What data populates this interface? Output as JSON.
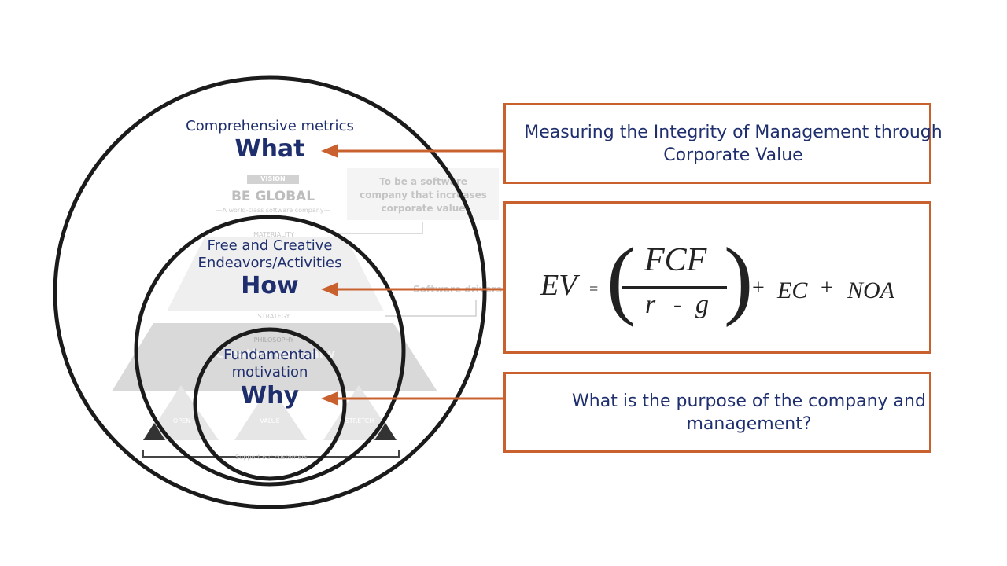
{
  "circles": {
    "what": {
      "caption": "Comprehensive metrics",
      "title": "What"
    },
    "how": {
      "caption": "Free and Creative Endeavors/Activities",
      "title": "How"
    },
    "why": {
      "caption": "Fundamental motivation",
      "title": "Why"
    }
  },
  "background_pyramid": {
    "vision_tag": "VISION",
    "be_global": "BE GLOBAL",
    "be_global_sub": "—A world-class software company—",
    "materiality": "MATERIALITY",
    "strategy": "STRATEGY",
    "philosophy": "PHILOSOPHY",
    "create_company": "Creative company",
    "open": "OPEN",
    "value": "VALUE",
    "stretch": "STRETCH",
    "support": "Support our customers",
    "software_box": "To be a software company that increases corporate value",
    "software_drivers": "Software drivers"
  },
  "boxes": {
    "measuring": "Measuring the Integrity of Management through Corporate Value",
    "purpose": "What is the purpose of the company and management?"
  },
  "formula": {
    "lhs": "EV",
    "equals": "=",
    "numerator": "FCF",
    "r": "r",
    "minus": "-",
    "g": "g",
    "plus1": "+",
    "ec": "EC",
    "plus2": "+",
    "noa": "NOA"
  },
  "colors": {
    "accent": "#c9612f",
    "navy": "#1f2f6e",
    "ring": "#1b1b1b"
  }
}
